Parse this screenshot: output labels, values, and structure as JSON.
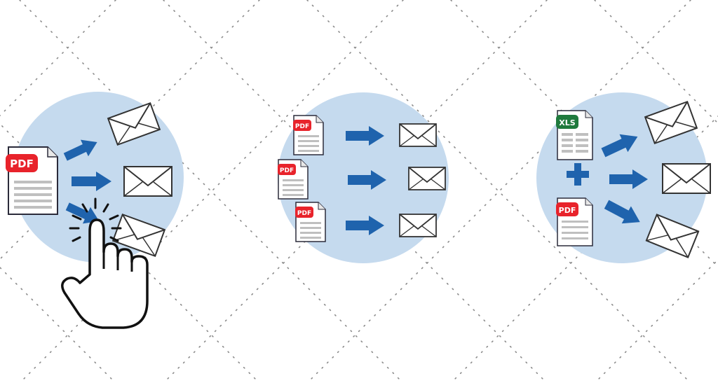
{
  "colors": {
    "background": "#ffffff",
    "circle": "#c5daee",
    "arrow": "#1f63ad",
    "pdf_badge": "#e8232b",
    "xls_badge": "#1f7a3d",
    "doc_line": "#bfbfbf",
    "envelope_stroke": "#333333",
    "hand_stroke": "#111111",
    "dot_pattern": "#8a8a8a"
  },
  "panels": [
    {
      "id": "single-send",
      "documents": [
        {
          "badge": "PDF",
          "icon": "pdf-document-icon"
        }
      ],
      "arrows": 3,
      "envelopes": 3,
      "extra_icons": [
        "hand-click-icon"
      ]
    },
    {
      "id": "batch-send",
      "documents": [
        {
          "badge": "PDF",
          "icon": "pdf-document-icon"
        },
        {
          "badge": "PDF",
          "icon": "pdf-document-icon"
        },
        {
          "badge": "PDF",
          "icon": "pdf-document-icon"
        }
      ],
      "arrows": 3,
      "envelopes": 3,
      "extra_icons": []
    },
    {
      "id": "merge-send",
      "documents": [
        {
          "badge": "XLS",
          "icon": "xls-document-icon"
        },
        {
          "badge": "PDF",
          "icon": "pdf-document-icon"
        }
      ],
      "arrows": 3,
      "envelopes": 3,
      "extra_icons": [
        "plus-icon"
      ]
    }
  ]
}
